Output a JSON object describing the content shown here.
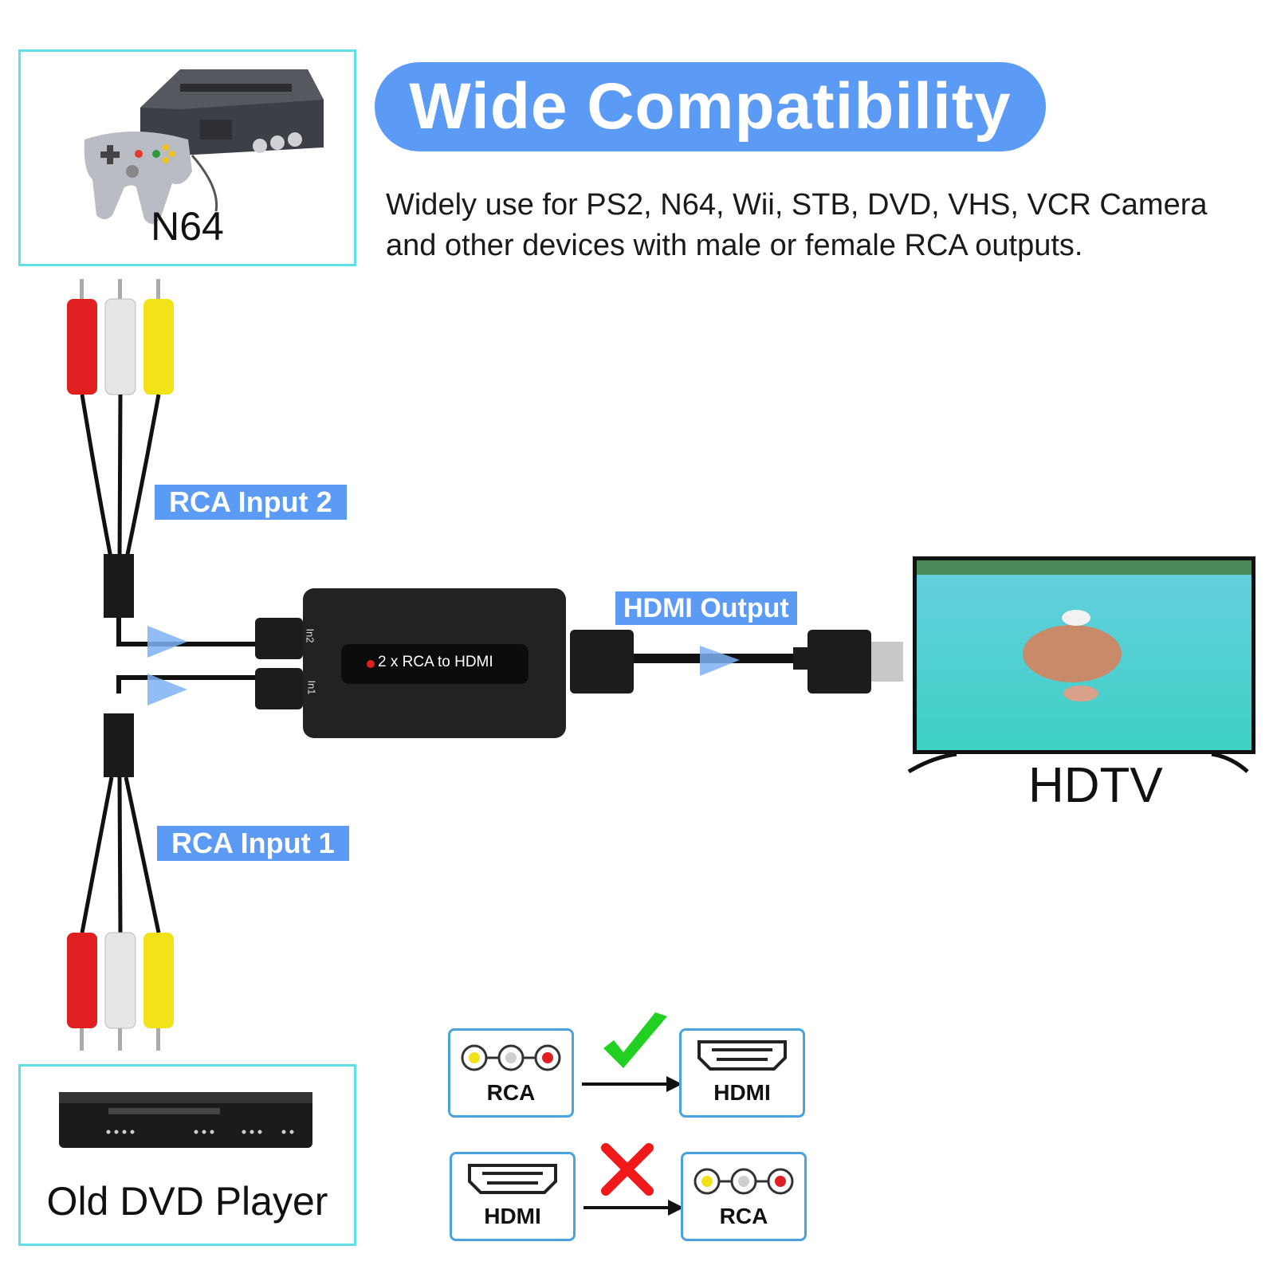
{
  "header": {
    "title": "Wide Compatibility",
    "description_line1": "Widely use for PS2, N64, Wii, STB, DVD, VHS, VCR Camera",
    "description_line2": "and other devices with male or female RCA outputs."
  },
  "devices": {
    "top_source": "N64",
    "bottom_source": "Old DVD Player",
    "display": "HDTV"
  },
  "labels": {
    "input2": "RCA Input 2",
    "input1": "RCA Input 1",
    "output": "HDMI Output",
    "converter": "2 x RCA to HDMI",
    "port_in2": "In2",
    "port_in1": "In1"
  },
  "compatibility": {
    "supported": {
      "from": "RCA",
      "to": "HDMI",
      "result": "check"
    },
    "unsupported": {
      "from": "HDMI",
      "to": "RCA",
      "result": "cross"
    }
  },
  "colors": {
    "accent_blue": "#5b9bf5",
    "frame_teal": "#5fe0e6",
    "rca_red": "#e02020",
    "rca_white": "#e6e6e6",
    "rca_yellow": "#f2e21a",
    "check_green": "#22d022",
    "cross_red": "#f01818"
  }
}
